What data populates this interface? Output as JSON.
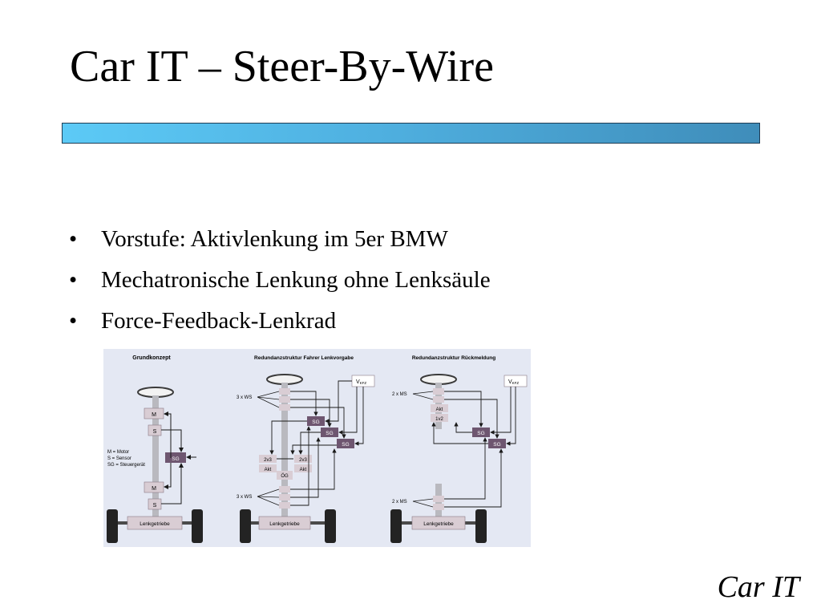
{
  "slide": {
    "title": "Car IT – Steer-By-Wire",
    "bullet_symbol": "•",
    "bullets": [
      "Vorstufe: Aktivlenkung im 5er BMW",
      "Mechatronische Lenkung ohne Lenksäule",
      "Force-Feedback-Lenkrad"
    ],
    "footer": "Car IT"
  },
  "figure": {
    "panel1": {
      "heading": "Grundkonzept",
      "legend": [
        "M = Motor",
        "S = Sensor",
        "SG = Steuergerät"
      ],
      "box_m": "M",
      "box_s": "S",
      "box_sg": "SG",
      "gear": "Lenkgetriebe"
    },
    "panel2": {
      "heading": "Redundanzstruktur Fahrer Lenkvorgabe",
      "ws_top": "3 x WS",
      "ws_bottom": "3 x WS",
      "vkfz": "V",
      "vkfz_sub": "KFZ",
      "sg": "SG",
      "vote": "2v3",
      "akt": "Akt",
      "og": "ÖG",
      "gear": "Lenkgetriebe"
    },
    "panel3": {
      "heading": "Redundanzstruktur Rückmeldung",
      "ms_top": "2 x MS",
      "ms_bottom": "2 x MS",
      "vkfz": "V",
      "vkfz_sub": "KFZ",
      "akt": "Akt",
      "vote": "1v2",
      "sg": "SG",
      "gear": "Lenkgetriebe"
    },
    "colors": {
      "background": "#e4e8f3",
      "box_light": "#d9cdd4",
      "box_dark": "#6e5670",
      "line": "#1a1a1a"
    }
  }
}
